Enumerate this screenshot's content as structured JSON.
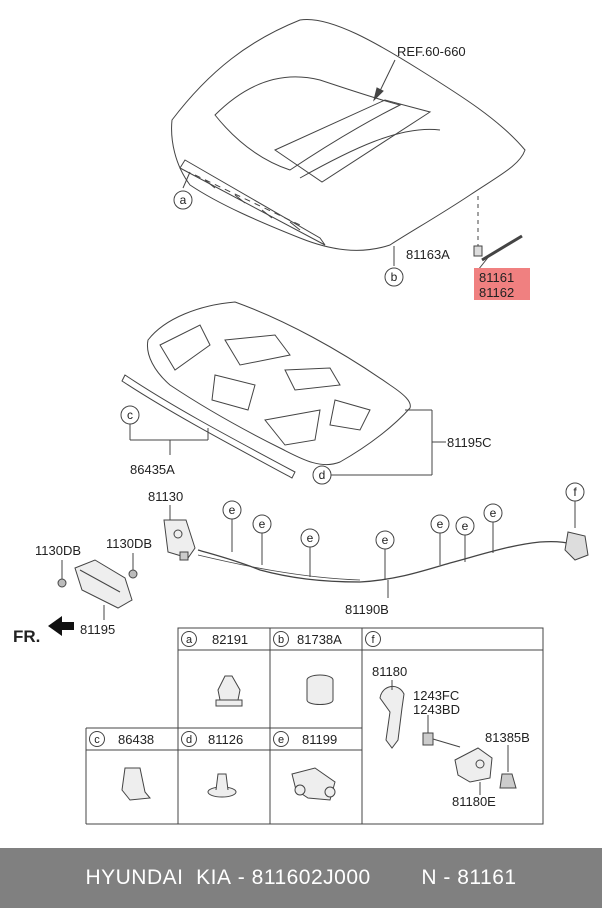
{
  "ref_label": "REF.60-660",
  "callouts": {
    "hood_clip_a": "a",
    "hood_clip_b": "b",
    "pad_clip_c": "c",
    "pad_clip_d": "d",
    "cable_clips_e": "e",
    "release_f": "f"
  },
  "part_labels": {
    "p81163A": "81163A",
    "p81161": "81161",
    "p81162": "81162",
    "p86435A": "86435A",
    "p81195C": "81195C",
    "p81130": "81130",
    "p1130DB_left": "1130DB",
    "p1130DB_right": "1130DB",
    "p81195": "81195",
    "p81190B": "81190B",
    "fr": "FR."
  },
  "highlight_color": "#f08080",
  "legend": {
    "cells": [
      {
        "letter": "a",
        "part": "82191"
      },
      {
        "letter": "b",
        "part": "81738A"
      },
      {
        "letter": "c",
        "part": "86438"
      },
      {
        "letter": "d",
        "part": "81126"
      },
      {
        "letter": "e",
        "part": "81199"
      }
    ],
    "f_cell": {
      "letter": "f",
      "parts": [
        "81180",
        "1243FC",
        "1243BD",
        "81385B",
        "81180E"
      ]
    }
  },
  "footer": {
    "brand": "HYUNDAI  KIA",
    "part_number": "811602J000",
    "ref_number": "N - 81161"
  }
}
